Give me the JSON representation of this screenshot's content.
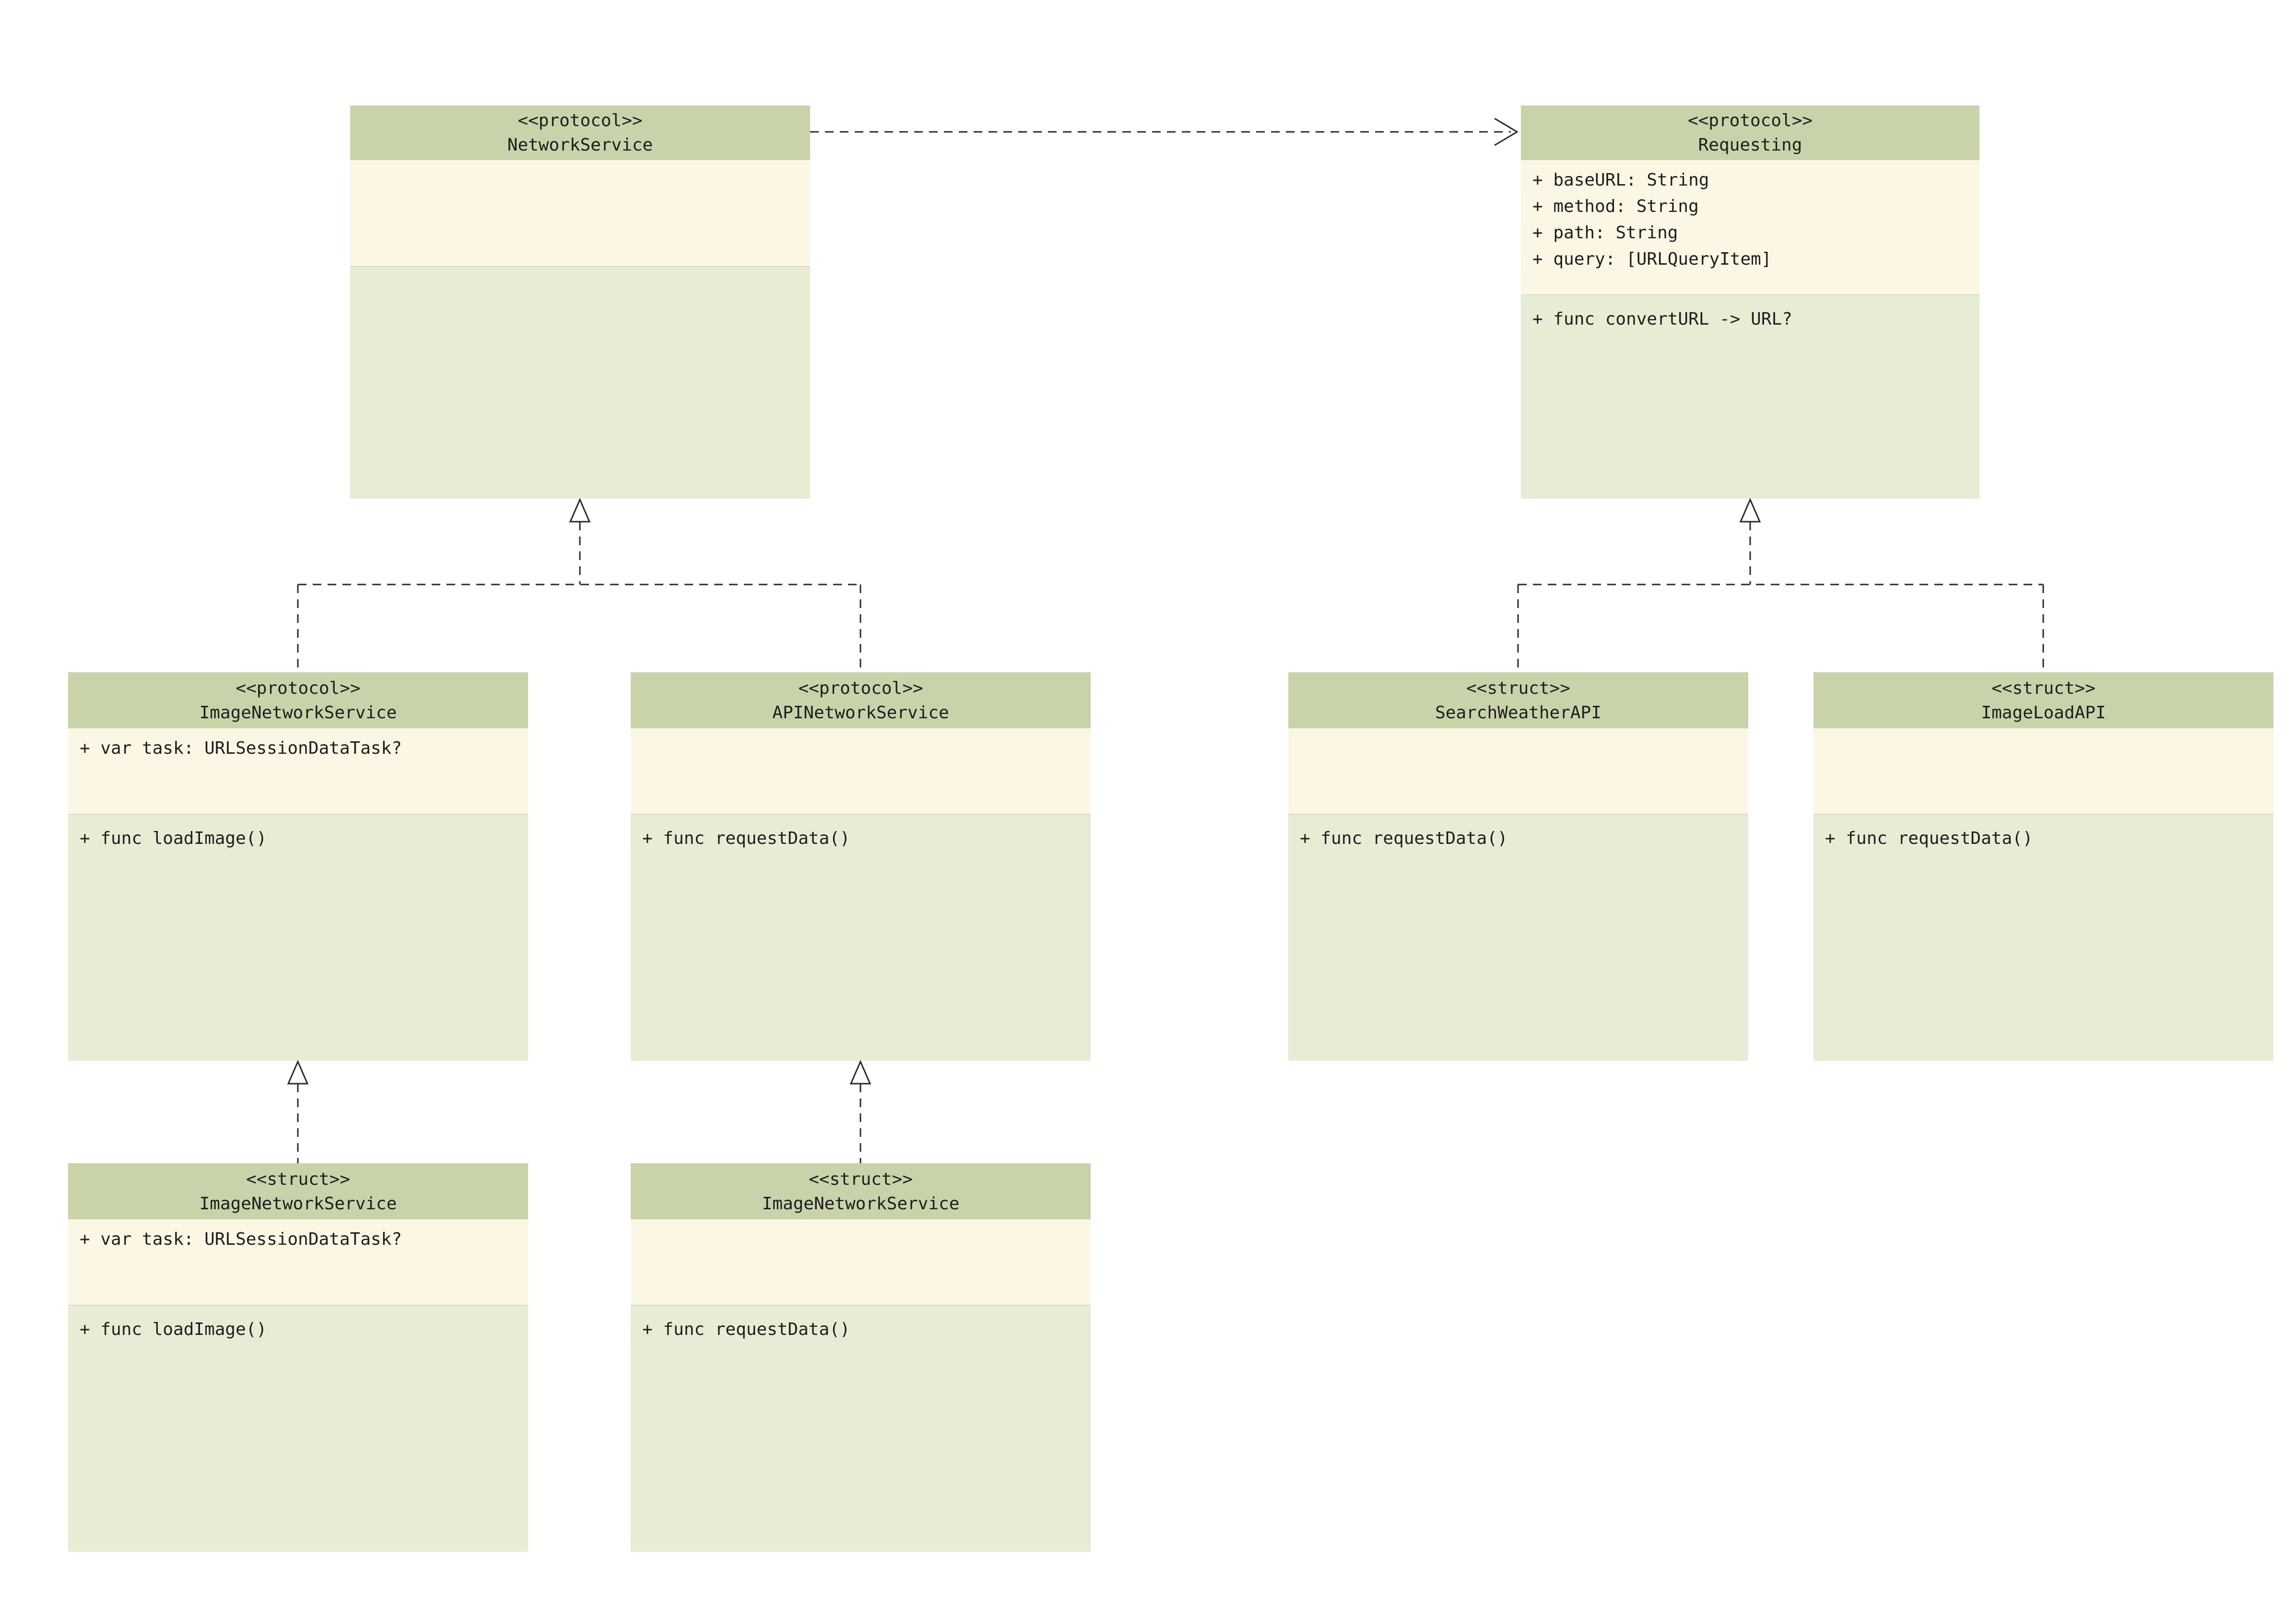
{
  "diagram": {
    "title": "NetworkService UML class diagram",
    "colors": {
      "header_bg": "#c9d3a9",
      "attributes_bg": "#fbf7e4",
      "methods_bg": "#e7edd4",
      "line": "#2a2a2a",
      "background": "#ffffff"
    },
    "classes": [
      {
        "id": "networkservice-protocol",
        "stereotype": "<<protocol>>",
        "name": "NetworkService",
        "attributes": [],
        "methods": []
      },
      {
        "id": "requesting-protocol",
        "stereotype": "<<protocol>>",
        "name": "Requesting",
        "attributes": [
          "+ baseURL: String",
          "+ method: String",
          "+ path: String",
          "+ query: [URLQueryItem]"
        ],
        "methods": [
          "+ func convertURL -> URL?"
        ]
      },
      {
        "id": "imagenetworkservice-protocol",
        "stereotype": "<<protocol>>",
        "name": "ImageNetworkService",
        "attributes": [
          "+ var task: URLSessionDataTask?"
        ],
        "methods": [
          "+ func loadImage()"
        ]
      },
      {
        "id": "apinetworkservice-protocol",
        "stereotype": "<<protocol>>",
        "name": "APINetworkService",
        "attributes": [],
        "methods": [
          "+ func requestData()"
        ]
      },
      {
        "id": "searchweatherapi-struct",
        "stereotype": "<<struct>>",
        "name": "SearchWeatherAPI",
        "attributes": [],
        "methods": [
          "+ func requestData()"
        ]
      },
      {
        "id": "imageloadapi-struct",
        "stereotype": "<<struct>>",
        "name": "ImageLoadAPI",
        "attributes": [],
        "methods": [
          "+ func requestData()"
        ]
      },
      {
        "id": "imagenetworkservice-struct-left",
        "stereotype": "<<struct>>",
        "name": "ImageNetworkService",
        "attributes": [
          "+ var task: URLSessionDataTask?"
        ],
        "methods": [
          "+ func loadImage()"
        ]
      },
      {
        "id": "imagenetworkservice-struct-center",
        "stereotype": "<<struct>>",
        "name": "ImageNetworkService",
        "attributes": [],
        "methods": [
          "+ func requestData()"
        ]
      }
    ],
    "relationships": [
      {
        "type": "dependency",
        "from": "NetworkService",
        "to": "Requesting"
      },
      {
        "type": "realization",
        "from": "ImageNetworkService (protocol)",
        "to": "NetworkService"
      },
      {
        "type": "realization",
        "from": "APINetworkService (protocol)",
        "to": "NetworkService"
      },
      {
        "type": "realization",
        "from": "SearchWeatherAPI (struct)",
        "to": "Requesting"
      },
      {
        "type": "realization",
        "from": "ImageLoadAPI (struct)",
        "to": "Requesting"
      },
      {
        "type": "realization",
        "from": "ImageNetworkService (struct)",
        "to": "ImageNetworkService (protocol)"
      },
      {
        "type": "realization",
        "from": "ImageNetworkService (struct, center)",
        "to": "APINetworkService (protocol)"
      }
    ]
  }
}
